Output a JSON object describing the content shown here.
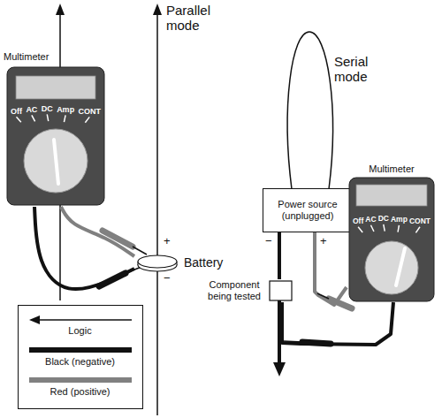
{
  "diagram": {
    "nodes": [
      {
        "text": [
          "Multimeter",
          "Off",
          "AC",
          "DC",
          "Amp",
          "CONT"
        ]
      },
      {
        "text": [
          "Battery"
        ]
      },
      {
        "text": [
          "Power source (unplugged)"
        ]
      },
      {
        "text": [
          "Component being tested"
        ]
      },
      {
        "text": [
          "Multimeter",
          "Off",
          "AC",
          "DC",
          "Amp",
          "CONT"
        ]
      }
    ],
    "edges": [
      {
        "from": 0,
        "to": 1,
        "arrow": "none"
      },
      {
        "from": 0,
        "to": 1,
        "arrow": "none"
      },
      {
        "from": 2,
        "to": 3,
        "arrow": "none"
      },
      {
        "from": 4,
        "to": 2,
        "arrow": "none"
      },
      {
        "from": 4,
        "to": 3,
        "arrow": "none"
      }
    ],
    "labels": [
      "Parallel mode",
      "+",
      "−",
      "Serial mode",
      "−",
      "+"
    ],
    "legend": [
      {
        "text": "Logic"
      },
      {
        "text": "Black (negative)"
      },
      {
        "text": "Red (positive)"
      }
    ]
  }
}
